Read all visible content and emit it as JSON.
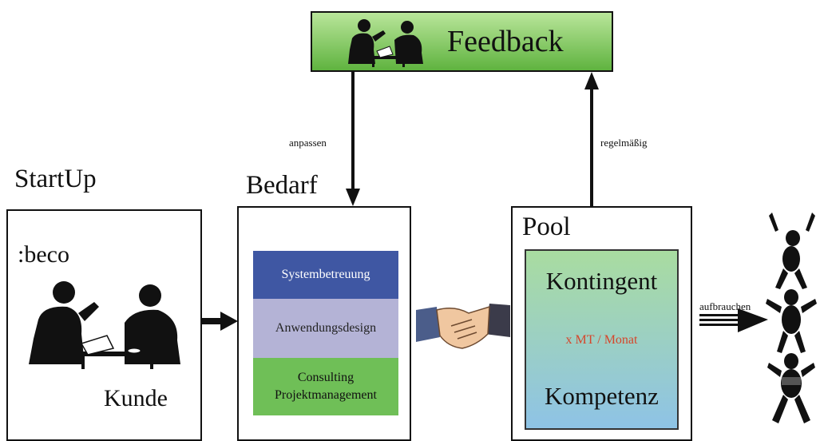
{
  "feedback": {
    "label": "Feedback"
  },
  "edges": {
    "anpassen": "anpassen",
    "regelmaessig": "regelmäßig",
    "aufbrauchen": "aufbrauchen"
  },
  "startup": {
    "heading": "StartUp",
    "brand": ":beco",
    "customer": "Kunde"
  },
  "bedarf": {
    "heading": "Bedarf",
    "bands": [
      {
        "label": "Systembetreuung",
        "color": "#3f57a3",
        "text_color": "#ffffff"
      },
      {
        "label": "Anwendungsdesign",
        "color": "#b4b3d6",
        "text_color": "#222222"
      },
      {
        "label": "Consulting\nProjektmanagement",
        "color": "#6fbf57",
        "text_color": "#111111"
      }
    ]
  },
  "pool": {
    "heading": "Pool",
    "top": "Kontingent",
    "rate": "x MT / Monat",
    "bottom": "Kompetenz",
    "rate_color": "#d6452a"
  },
  "colors": {
    "feedback_top": "#b9e59a",
    "feedback_bottom": "#5fb33f",
    "pool_top": "#a9dca0",
    "pool_bottom": "#8ec3e6"
  },
  "icons": [
    "business-meeting-icon",
    "handshake-icon",
    "acrobats-tower-icon"
  ]
}
